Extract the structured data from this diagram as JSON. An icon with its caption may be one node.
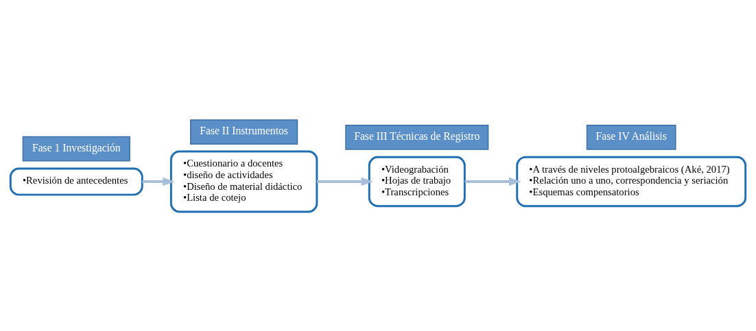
{
  "diagram": {
    "nodes": [
      {
        "text": [
          "•Revisión de antecedentes"
        ]
      },
      {
        "text": [
          "Fase 1 Investigación"
        ]
      },
      {
        "text": [
          "•Cuestionario a docentes",
          "•diseño de actividades",
          "•Diseño de material didáctico",
          "•Lista de cotejo"
        ]
      },
      {
        "text": [
          "Fase II Instrumentos"
        ]
      },
      {
        "text": [
          "•Videograbación",
          "•Hojas de trabajo",
          "•Transcripciones"
        ]
      },
      {
        "text": [
          "Fase III Técnicas de Registro"
        ]
      },
      {
        "text": [
          "•A través de niveles protoalgebraicos (Aké, 2017)",
          "•Relación uno a uno, correspondencia y seriación",
          "•Esquemas compensatorios"
        ]
      },
      {
        "text": [
          "Fase IV Análisis"
        ]
      }
    ],
    "edges": [
      {
        "from": 0,
        "to": 2,
        "arrow": "to"
      },
      {
        "from": 2,
        "to": 4,
        "arrow": "to"
      },
      {
        "from": 4,
        "to": 6,
        "arrow": "to"
      }
    ]
  }
}
